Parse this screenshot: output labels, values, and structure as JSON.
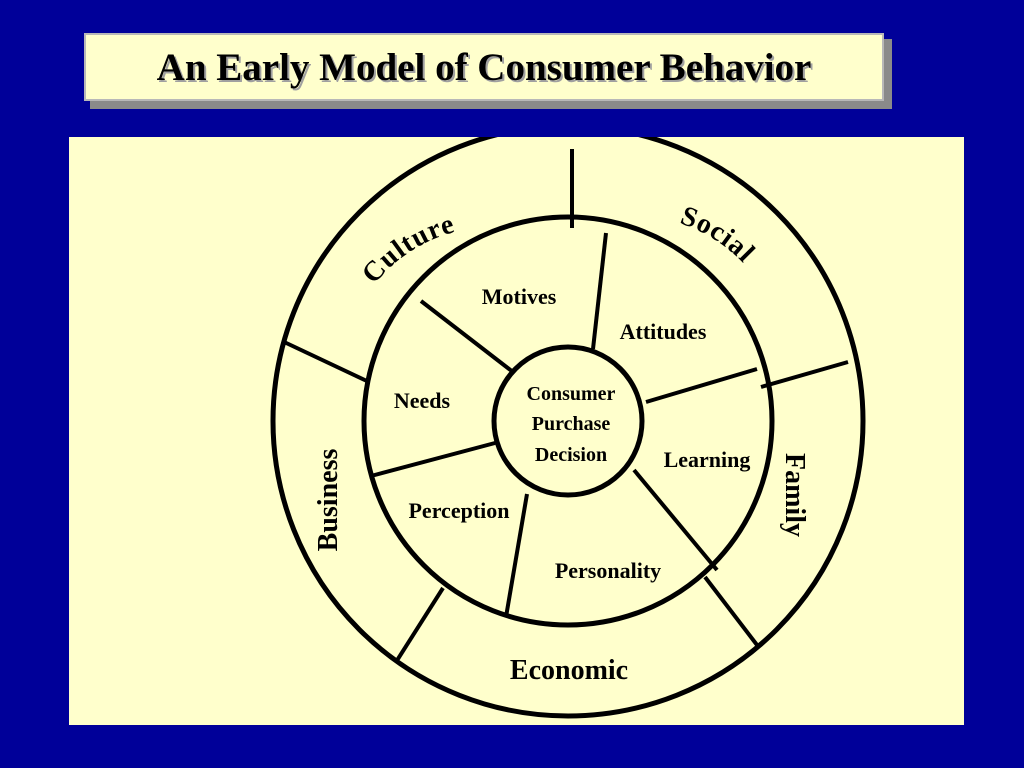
{
  "title": "An Early Model of Consumer Behavior",
  "diagram": {
    "center": {
      "lines": [
        "Consumer",
        "Purchase",
        "Decision"
      ]
    },
    "inner_ring": [
      "Motives",
      "Attitudes",
      "Needs",
      "Learning",
      "Perception",
      "Personality"
    ],
    "outer_ring": [
      "Culture",
      "Social",
      "Business",
      "Family",
      "Economic"
    ]
  },
  "colors": {
    "background": "#000099",
    "panel": "#ffffcc",
    "ink": "#000000"
  }
}
